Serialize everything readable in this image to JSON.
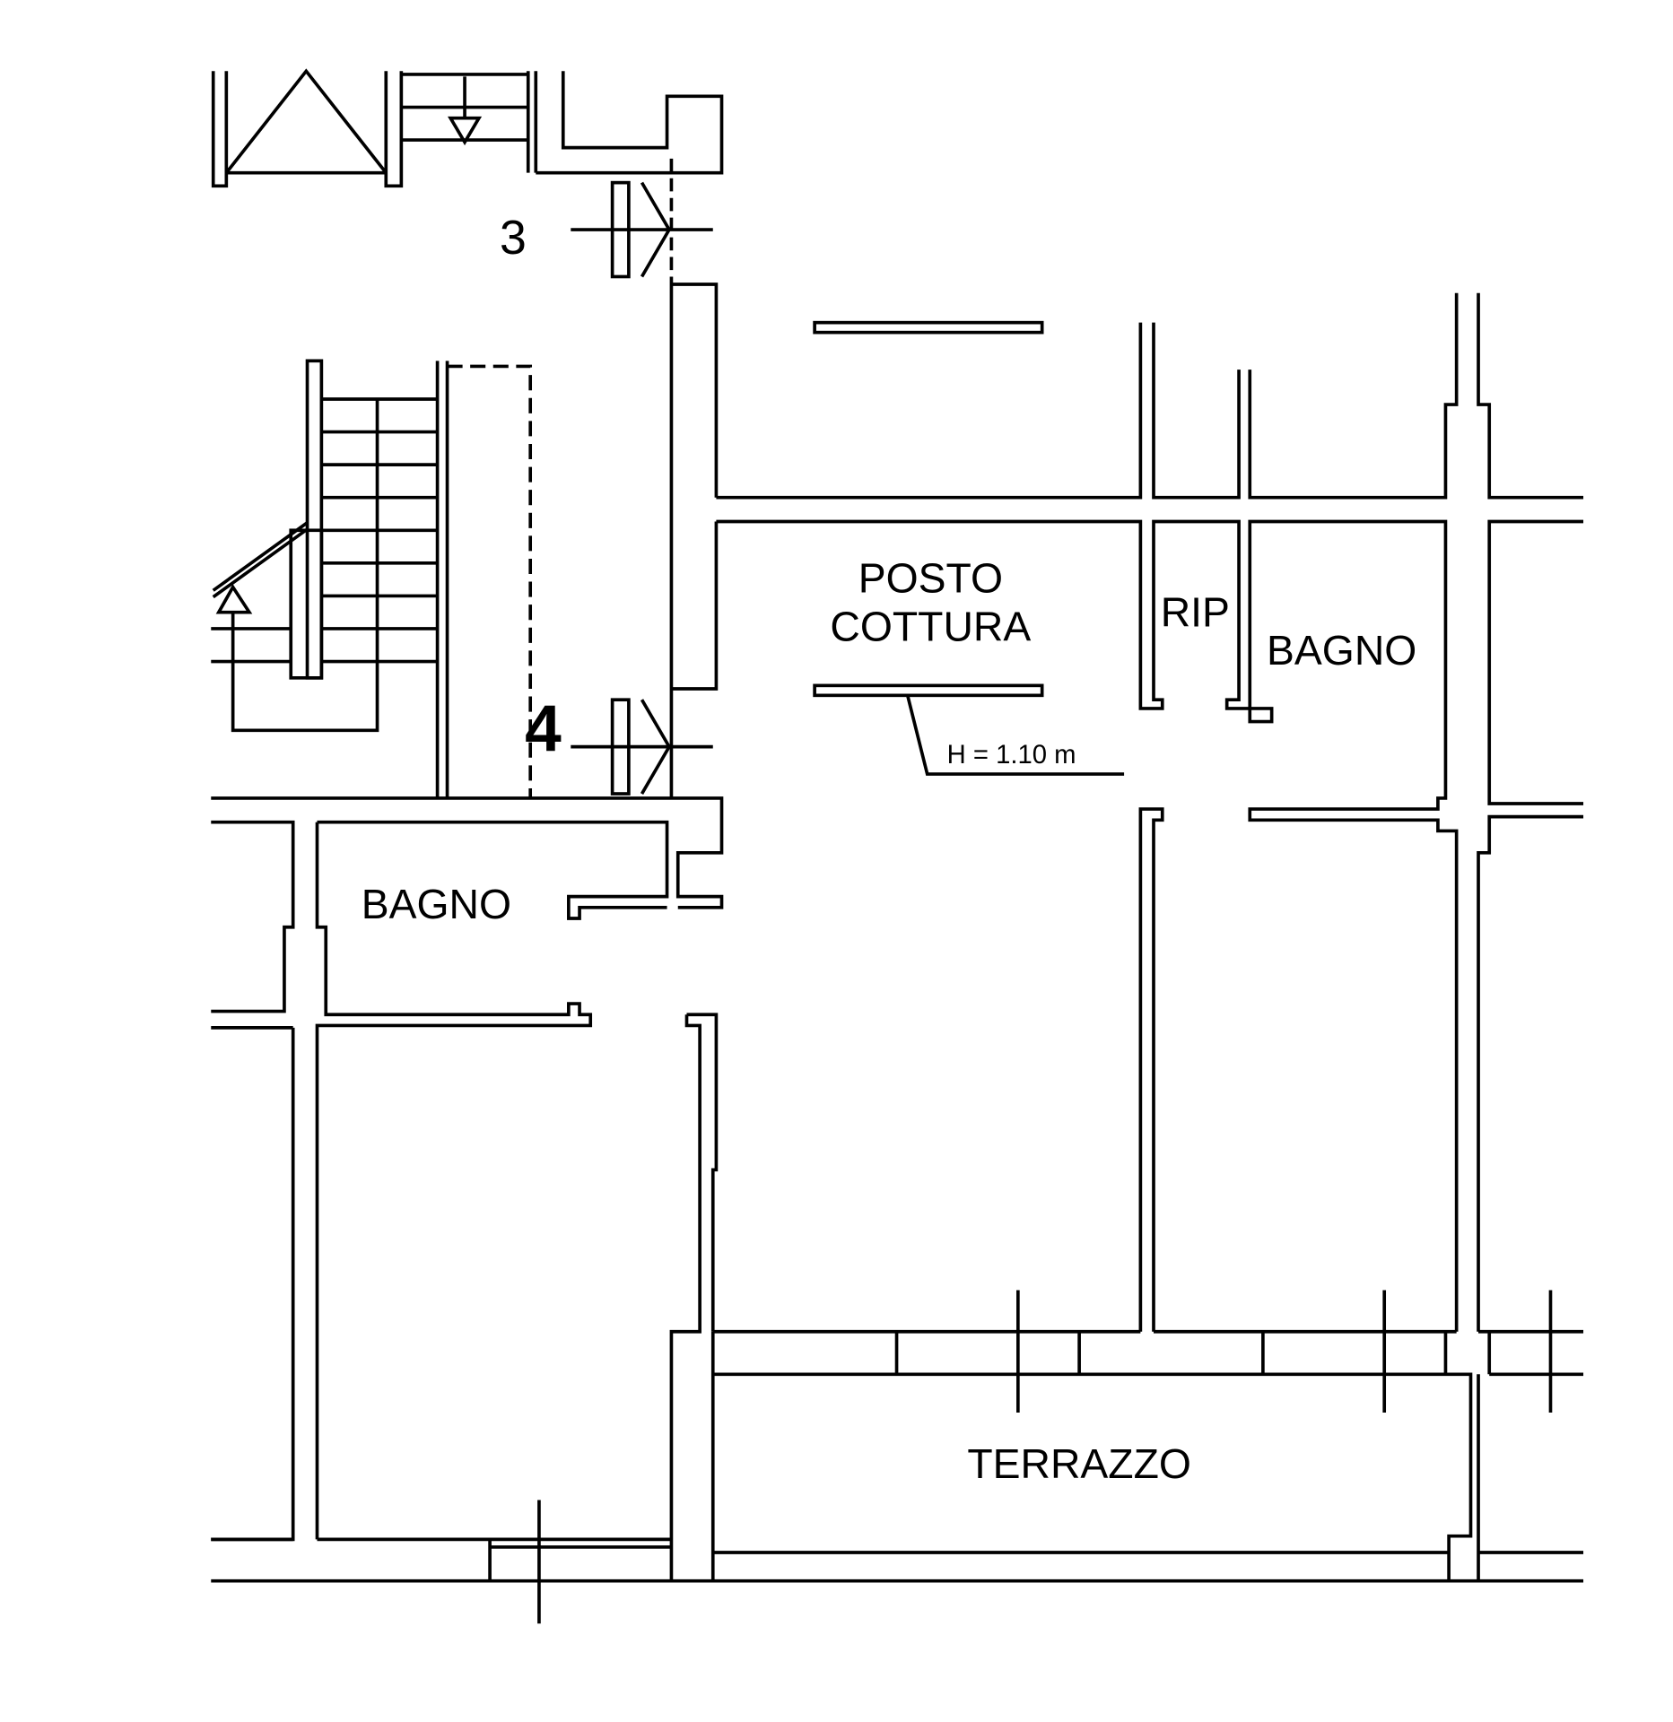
{
  "plan": {
    "markers": {
      "section_3": "3",
      "section_4": "4"
    },
    "rooms": {
      "posto_cottura_line1": "POSTO",
      "posto_cottura_line2": "COTTURA",
      "rip": "RIP",
      "bagno_right": "BAGNO",
      "bagno_left": "BAGNO",
      "terrazzo": "TERRAZZO"
    },
    "annotation": "H = 1.10 m",
    "colors": {
      "line": "#000000",
      "background": "#ffffff"
    }
  }
}
